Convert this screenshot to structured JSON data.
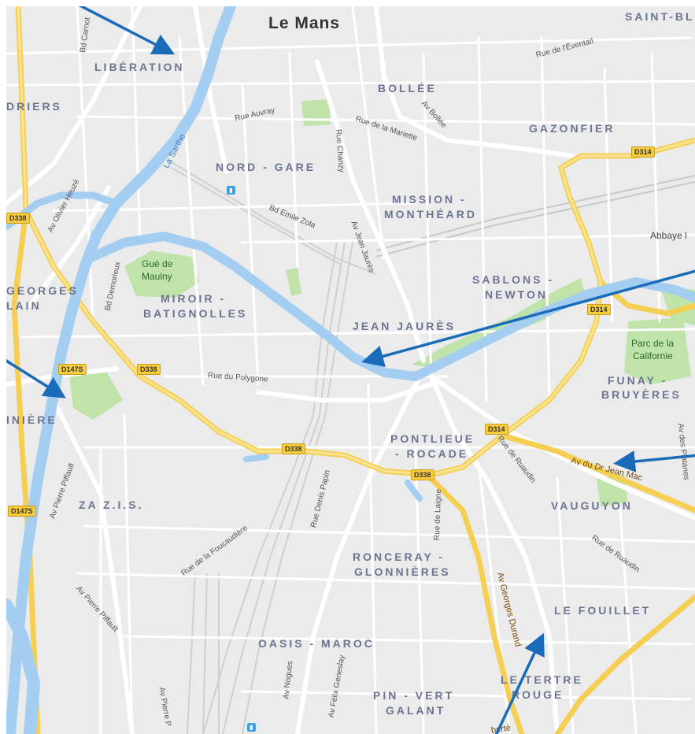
{
  "city": "Le Mans",
  "districts": [
    "SAINT-BLA",
    "LIBÉRATION",
    "BOLLÉE",
    "DRIERS",
    "GAZONFIER",
    "NORD - GARE",
    "MISSION -",
    "MONTHÉARD",
    "SABLONS -",
    "NEWTON",
    "GEORGES",
    "LAIN",
    "MIROIR -",
    "BATIGNOLLES",
    "JEAN JAURÈS",
    "FUNAY -",
    "BRUYÈRES",
    "INIÈRE",
    "PONTLIEUE",
    "- ROCADE",
    "ZA Z.I.S.",
    "VAUGUYON",
    "RONCERAY -",
    "GLONNIÈRES",
    "LE FOUILLET",
    "OASIS - MAROC",
    "LE TERTRE",
    "ROUGE",
    "PIN - VERT",
    "GALANT"
  ],
  "streets": [
    "Bd Carnot",
    "Rue de l'Éventail",
    "Av Bollée",
    "Rue Auvray",
    "Rue de la Mariette",
    "Rue Chanzy",
    "La Sarthe",
    "Av Olivier Heuzé",
    "Bd Emile Zola",
    "Av Jean Jaurès",
    "Bd Demorieux",
    "Rue du Polygone",
    "Rue de Ruaudin",
    "Av du Dr Jean Mac",
    "Av des Platanes",
    "Av Pierre Piffault",
    "Rue de la Foucaudière",
    "Rue Denis Papin",
    "Rue de Laigne",
    "Av Georges Durand",
    "Av Pierre Piffault",
    "Av Nogues",
    "Av Félix Geneslay",
    "Av Pierre P",
    "Rue de Ruaudin",
    "berté"
  ],
  "parks": [
    "Gué de",
    "Maulny",
    "Parc de la",
    "Californie"
  ],
  "pois": [
    "Abbaye l"
  ],
  "shields": [
    "D314",
    "D338",
    "D314",
    "D147S",
    "D338",
    "D338",
    "D314",
    "D338",
    "D147S"
  ],
  "colors": {
    "land": "#ebebeb",
    "road": "#ffffff",
    "major_road": "#fbdc6a",
    "water": "#a4cdf2",
    "park": "#bfe3a8",
    "arrow": "#1a6cb8"
  }
}
